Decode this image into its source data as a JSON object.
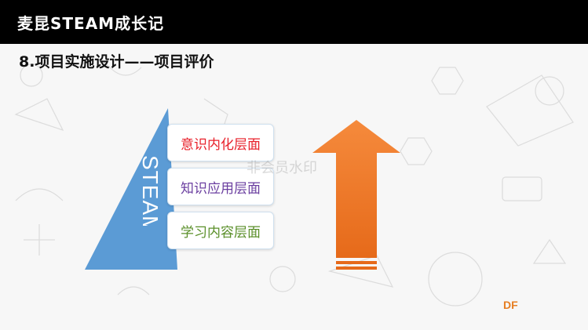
{
  "header": {
    "title": "麦昆STEAM成长记"
  },
  "section": {
    "title": "8.项目实施设计——项目评价"
  },
  "pyramid": {
    "label": "STEAM",
    "levels": [
      {
        "label": "意识内化层面",
        "color": "#e8202a"
      },
      {
        "label": "知识应用层面",
        "color": "#6b3fa0"
      },
      {
        "label": "学习内容层面",
        "color": "#5a8f29"
      }
    ]
  },
  "watermark": {
    "text": "非会员水印"
  },
  "badge": {
    "text": "DF"
  },
  "colors": {
    "header_bg": "#000000",
    "pyramid": "#5b9bd5",
    "arrow_top": "#f58a3c",
    "arrow_bottom": "#e66a1a"
  },
  "icons": [
    "up-arrow-icon",
    "triangle-pyramid-icon"
  ]
}
